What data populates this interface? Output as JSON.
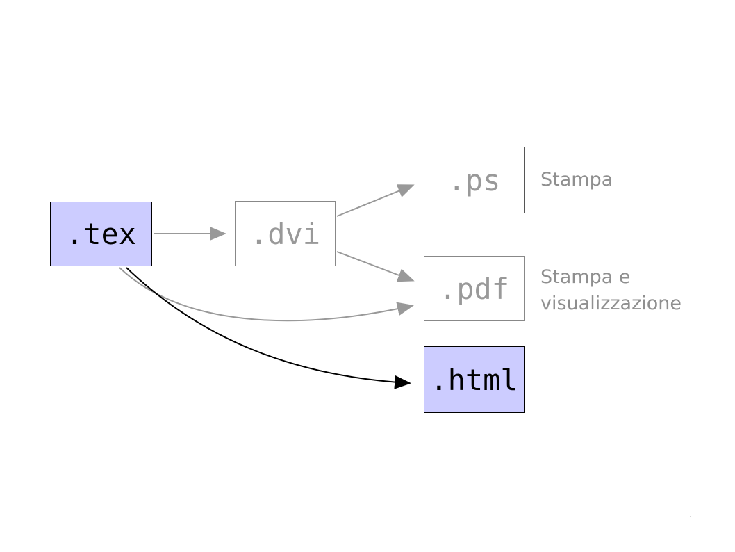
{
  "diagram": {
    "title_implied": "LaTeX output formats flow",
    "nodes": {
      "tex": {
        "label": ".tex"
      },
      "dvi": {
        "label": ".dvi"
      },
      "ps": {
        "label": ".ps"
      },
      "pdf": {
        "label": ".pdf"
      },
      "html": {
        "label": ".html"
      }
    },
    "edges": [
      {
        "from": "tex",
        "to": "dvi",
        "style": "straight",
        "color": "#999999"
      },
      {
        "from": "dvi",
        "to": "ps",
        "style": "straight",
        "color": "#999999"
      },
      {
        "from": "dvi",
        "to": "pdf",
        "style": "straight",
        "color": "#999999"
      },
      {
        "from": "tex",
        "to": "pdf",
        "style": "curved",
        "color": "#999999"
      },
      {
        "from": "tex",
        "to": "html",
        "style": "curved",
        "color": "#000000"
      }
    ],
    "annotations": {
      "ps_note": "Stampa",
      "pdf_note_line1": "Stampa e",
      "pdf_note_line2": "visualizzazione"
    },
    "colors": {
      "highlight_fill": "#ccccff",
      "gray_text": "#8f8f8f",
      "gray_arrow": "#999999",
      "black_arrow": "#000000"
    },
    "footer_dot": "."
  }
}
